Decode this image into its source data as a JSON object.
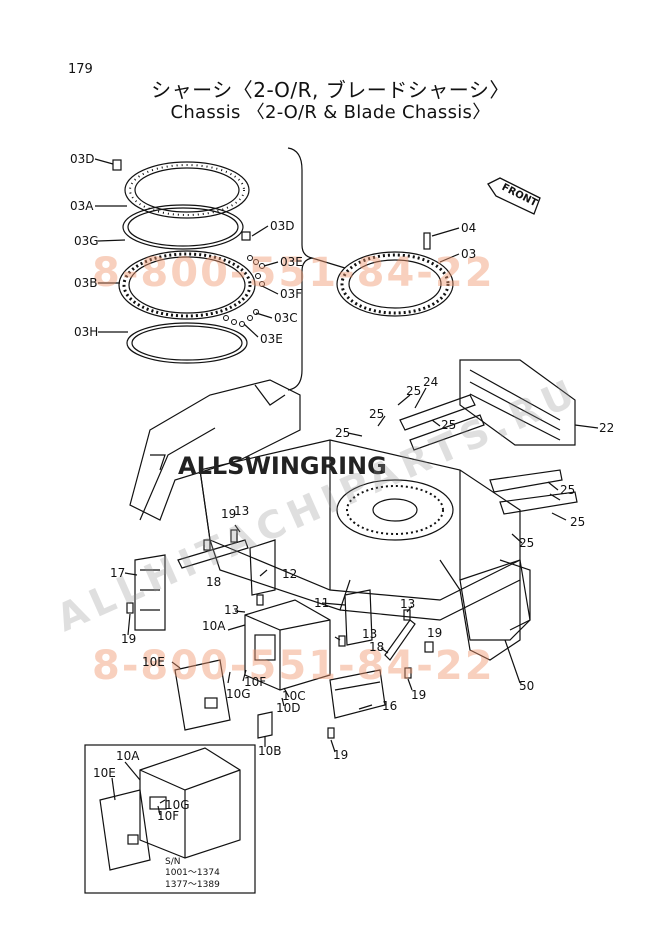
{
  "page_number": "179",
  "title_jp": "シャーシ〈2-O/R, ブレードシャーシ〉",
  "title_en": "Chassis 〈2-O/R & Blade Chassis〉",
  "watermarks": {
    "phone_top": "8-800-551-84-22",
    "phone_bottom": "8-800-551-84-22",
    "brand": "ALLSWINGRING",
    "diagonal": "ALLHITACHIPARTS.RU"
  },
  "front_label": "FRONT",
  "labels": {
    "p03D_a": "03D",
    "p03A": "03A",
    "p03G": "03G",
    "p03B": "03B",
    "p03H": "03H",
    "p03D_b": "03D",
    "p03E_a": "03E",
    "p03F": "03F",
    "p03C": "03C",
    "p03E_b": "03E",
    "p04": "04",
    "p03": "03",
    "p24": "24",
    "p25_a": "25",
    "p25_b": "25",
    "p25_c": "25",
    "p25_d": "25",
    "p25_e": "25",
    "p25_f": "25",
    "p25_g": "25",
    "p22": "22",
    "p19_a": "19",
    "p13_a": "13",
    "p17": "17",
    "p18_a": "18",
    "p12": "12",
    "p19_b": "19",
    "p11": "11",
    "p13_b": "13",
    "p13_c": "13",
    "p10A": "10A",
    "p13_d": "13",
    "p19_c": "19",
    "p18_b": "18",
    "p10E": "10E",
    "p10F": "10F",
    "p10G": "10G",
    "p10C": "10C",
    "p10D": "10D",
    "p19_d": "19",
    "p16": "16",
    "p50": "50",
    "p10B": "10B",
    "p19_e": "19"
  },
  "inset": {
    "labels": {
      "p10A": "10A",
      "p10E": "10E",
      "p10G": "10G",
      "p10F": "10F"
    },
    "sn_title": "S/N",
    "sn_range_1": "1001～1374",
    "sn_range_2": "1377～1389"
  }
}
